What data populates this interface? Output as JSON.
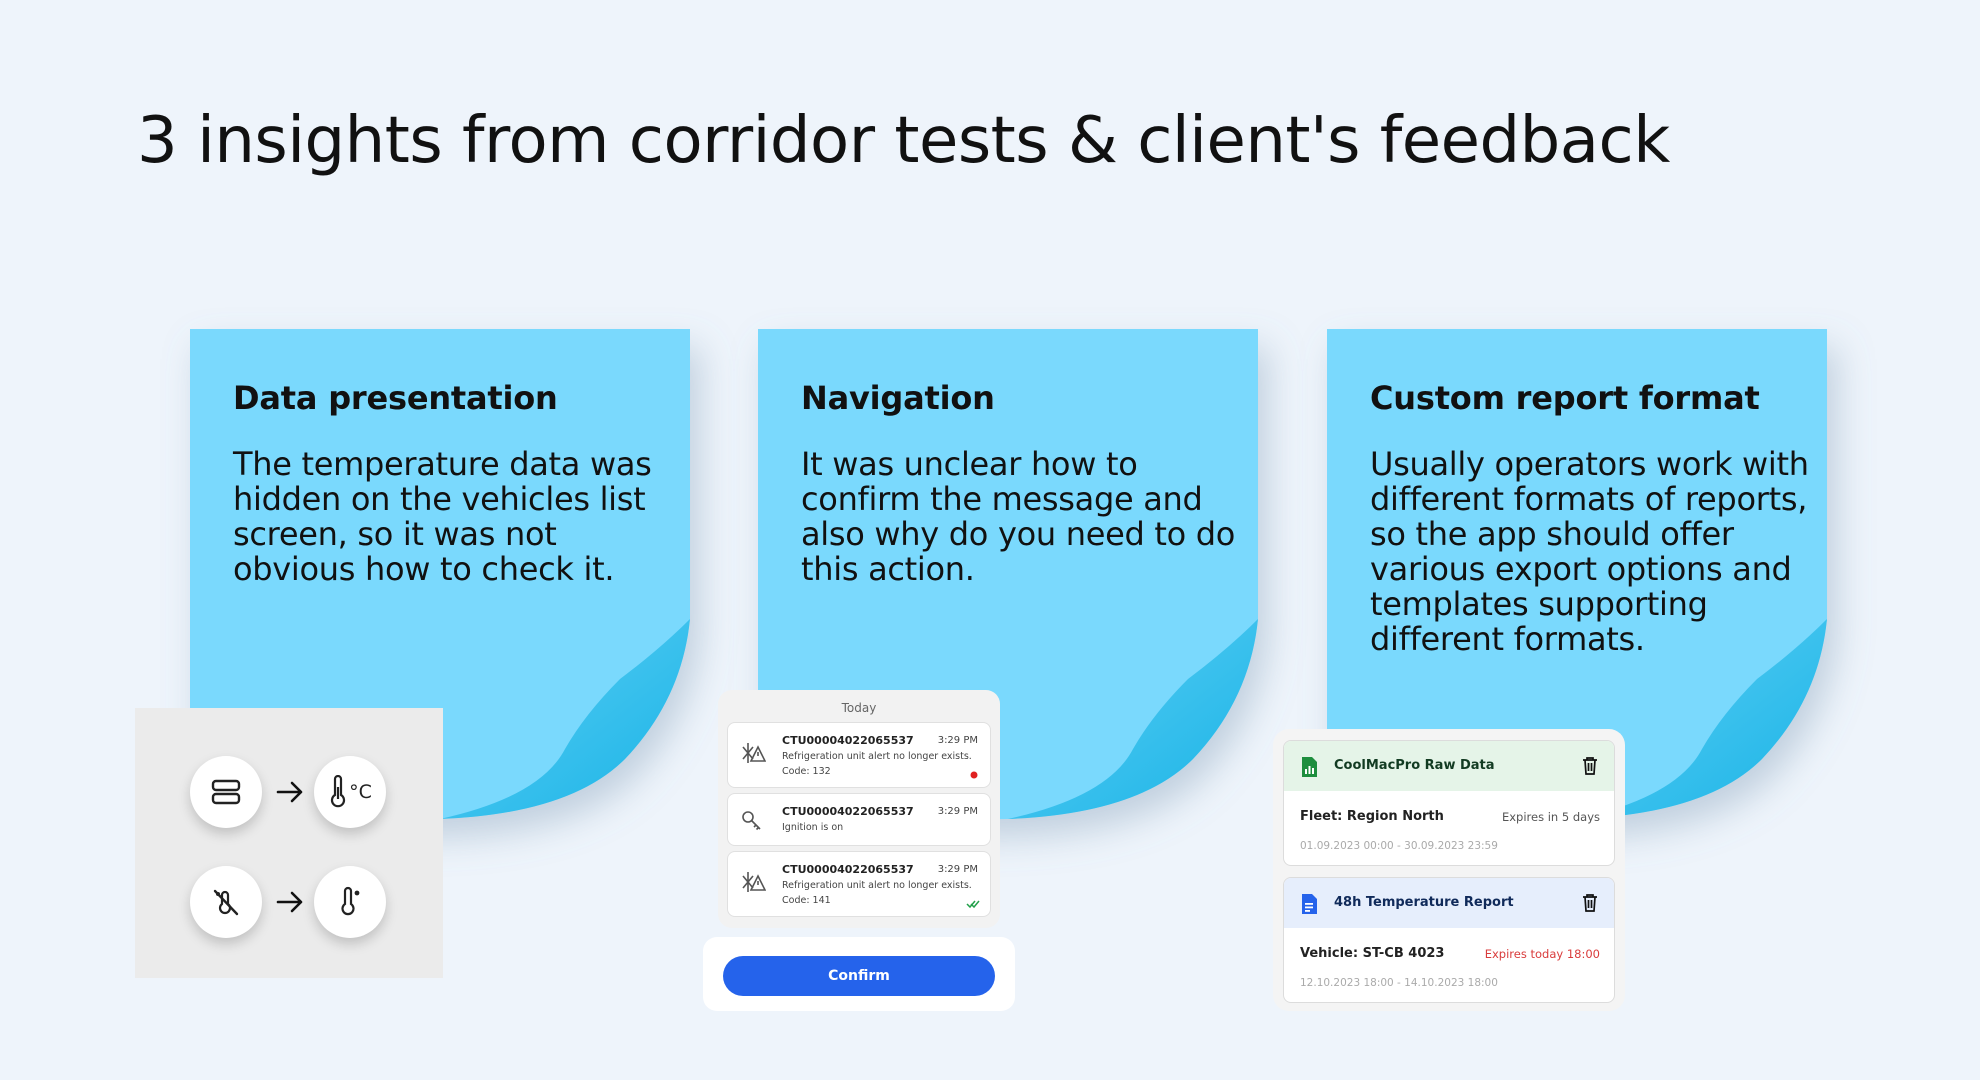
{
  "title": "3 insights from corridor tests & client's feedback",
  "colors": {
    "note": "#7ad9fd",
    "note_curl": "#31bde8",
    "primary": "#2563eb",
    "alert_red": "#e02020",
    "check_green": "#22a04a",
    "sheet_green": "#1e8e3e",
    "doc_blue": "#2563eb",
    "expire_red": "#d93c3c"
  },
  "notes": [
    {
      "heading": "Data presentation",
      "body": "The temperature data was hidden on the vehicles list screen, so it was not obvious how to check it."
    },
    {
      "heading": "Navigation",
      "body": "It was unclear how to confirm the message and also why do you need to do this action."
    },
    {
      "heading": "Custom report format",
      "body": "Usually operators work with different formats of reports, so the app should offer various export options and templates supporting different formats."
    }
  ],
  "icon_panel": {
    "icons": [
      "list-toggle-icon",
      "temperature-celsius-icon",
      "sensor-off-icon",
      "temperature-sensor-icon"
    ],
    "celsius_label": "°C"
  },
  "messages": {
    "date_label": "Today",
    "items": [
      {
        "icon": "refrigeration-alert-icon",
        "title": "CTU00004022065537",
        "time": "3:29 PM",
        "text": "Refrigeration unit alert no longer exists.",
        "code": "Code: 132",
        "status": "unread-dot"
      },
      {
        "icon": "ignition-key-icon",
        "title": "CTU00004022065537",
        "time": "3:29 PM",
        "text": "Ignition is on",
        "code": "",
        "status": "none"
      },
      {
        "icon": "refrigeration-alert-icon",
        "title": "CTU00004022065537",
        "time": "3:29 PM",
        "text": "Refrigeration unit alert no longer exists.",
        "code": "Code: 141",
        "status": "read-check"
      }
    ],
    "confirm_label": "Confirm"
  },
  "reports": [
    {
      "icon": "spreadsheet-icon",
      "name": "CoolMacPro Raw Data",
      "subject": "Fleet: Region North",
      "expires": "Expires in 5 days",
      "range": "01.09.2023 00:00 - 30.09.2023 23:59",
      "header_color": "#e5f4e8",
      "expires_color": "#555555"
    },
    {
      "icon": "document-icon",
      "name": "48h Temperature Report",
      "subject": "Vehicle: ST-CB 4023",
      "expires": "Expires today 18:00",
      "range": "12.10.2023 18:00 - 14.10.2023 18:00",
      "header_color": "#e6eefc",
      "expires_color": "#d93c3c"
    }
  ]
}
